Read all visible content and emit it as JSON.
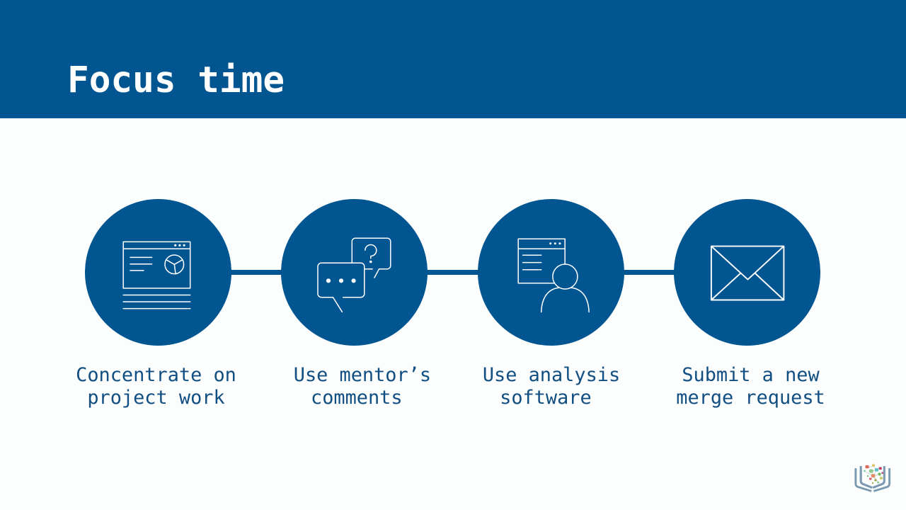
{
  "slide": {
    "title": "Focus time"
  },
  "colors": {
    "brand_blue": "#015591",
    "label_blue": "#114e81",
    "background": "#fcfdfd",
    "title_white": "#ffffff",
    "logo_book": "#7b9ab1",
    "logo_link": "#bcc6cc"
  },
  "steps": [
    {
      "icon": "browser-piechart-icon",
      "label_lines": [
        "Concentrate on",
        "project work"
      ]
    },
    {
      "icon": "speech-bubbles-icon",
      "label_lines": [
        "Use mentor’s",
        "comments "
      ]
    },
    {
      "icon": "browser-person-icon",
      "label_lines": [
        "Use analysis",
        "software "
      ]
    },
    {
      "icon": "envelope-icon",
      "label_lines": [
        "Submit a new",
        "merge request"
      ]
    }
  ]
}
